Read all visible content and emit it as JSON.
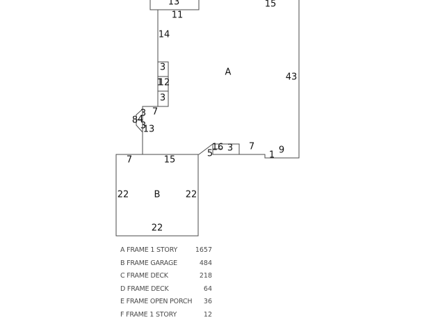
{
  "sketch": {
    "area_labels": [
      "A",
      "B"
    ],
    "dimensions": {
      "top_box": "13",
      "d11": "11",
      "d15_top": "15",
      "d14": "14",
      "d43": "43",
      "d3_a": "3",
      "d12": "12",
      "d3_b": "3",
      "d3_c": "3",
      "d7_left": "7",
      "d8": "8",
      "d4": "4",
      "d3_d": "3",
      "d13": "13",
      "d16": "16",
      "d3_e": "3",
      "d7_right": "7",
      "d9": "9",
      "d5": "5",
      "d1": "1",
      "b_top_left": "7",
      "b_top_right": "15",
      "b_left": "22",
      "b_right": "22",
      "b_bottom": "22"
    }
  },
  "legend": [
    {
      "label": "A FRAME 1 STORY",
      "value": "1657"
    },
    {
      "label": "B FRAME GARAGE",
      "value": "484"
    },
    {
      "label": "C FRAME DECK",
      "value": "218"
    },
    {
      "label": "D FRAME DECK",
      "value": "64"
    },
    {
      "label": "E FRAME OPEN PORCH",
      "value": "36"
    },
    {
      "label": "F FRAME 1 STORY",
      "value": "12"
    }
  ]
}
